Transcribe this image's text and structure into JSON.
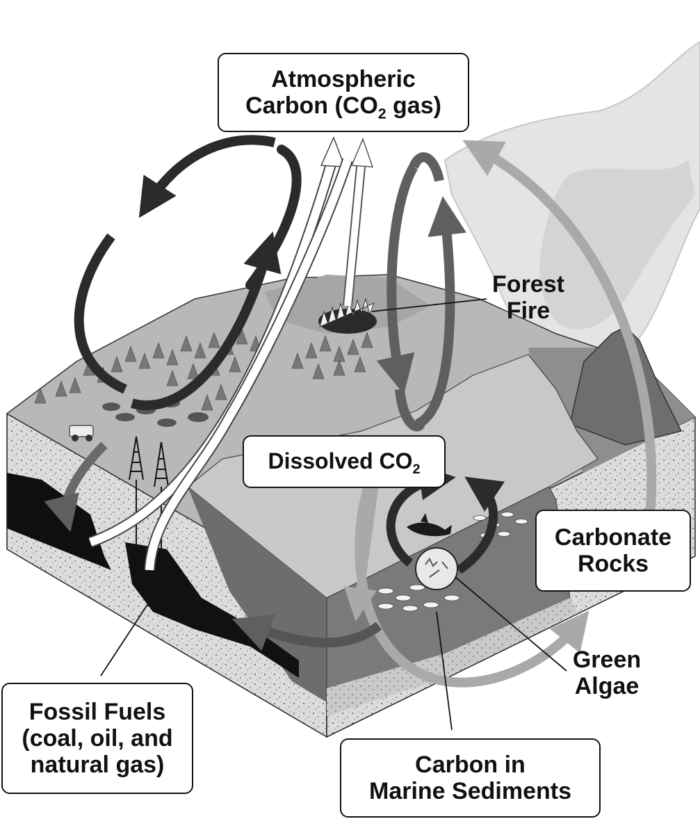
{
  "labels": {
    "atmospheric": {
      "line1": "Atmospheric",
      "line2_pre": "Carbon (CO",
      "line2_sub": "2",
      "line2_post": " gas)"
    },
    "forest_fire": {
      "line1": "Forest",
      "line2": "Fire"
    },
    "dissolved": {
      "pre": "Dissolved CO",
      "sub": "2"
    },
    "carbonate": {
      "line1": "Carbonate",
      "line2": "Rocks"
    },
    "green_algae": {
      "line1": "Green",
      "line2": "Algae"
    },
    "fossil": {
      "line1": "Fossil Fuels",
      "line2": "(coal, oil, and",
      "line3": "natural gas)"
    },
    "marine": {
      "line1": "Carbon in",
      "line2": "Marine Sediments"
    }
  },
  "colors": {
    "dark_arrow": "#2b2b2b",
    "mid_arrow": "#5f5f5f",
    "light_arrow": "#a9a9a9",
    "white_arrow": "#ffffff",
    "ground_top": "#b4b4b4",
    "soil": "#d8d8d8",
    "water": "#7d7d7d",
    "coal": "#0d0d0d",
    "smoke": "#e6e6e6"
  }
}
